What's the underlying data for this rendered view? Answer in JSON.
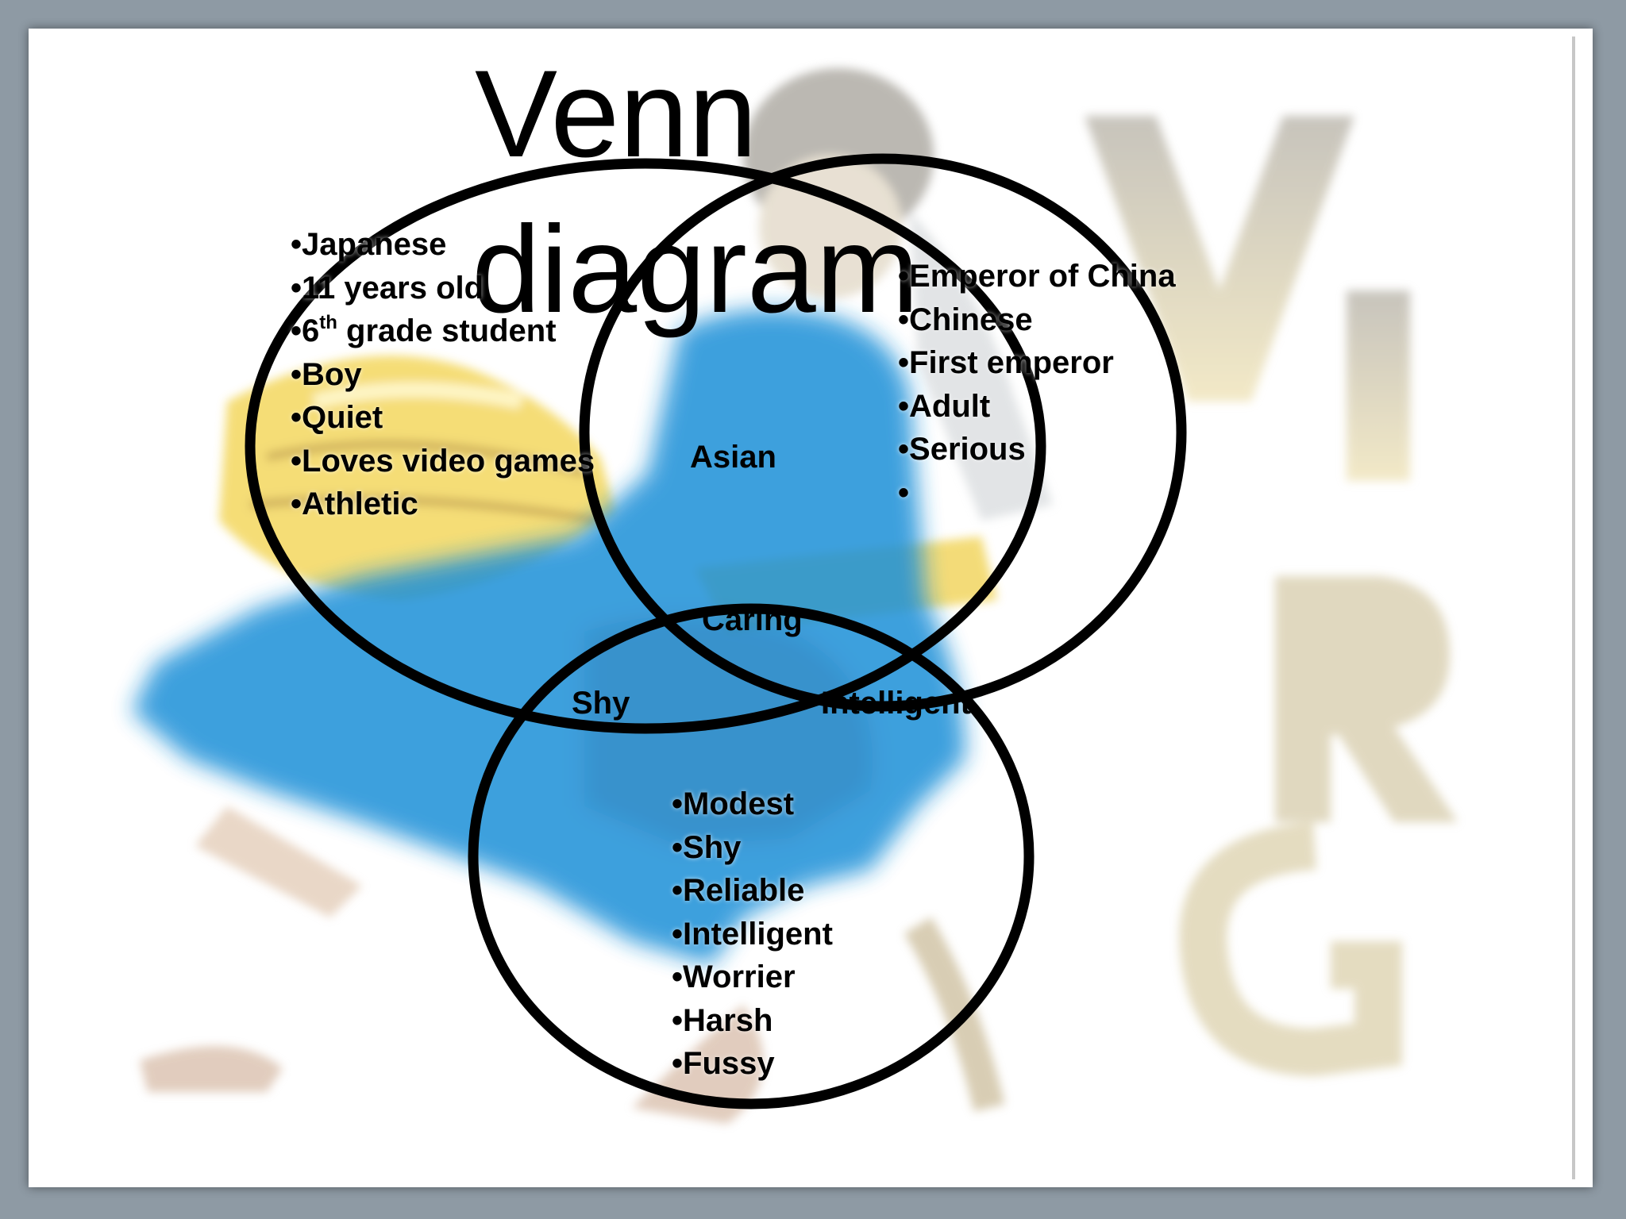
{
  "title": {
    "line1": "Venn",
    "line2": "diagram"
  },
  "circles": {
    "left": {
      "items": [
        "Japanese",
        "11 years old",
        "6th grade student",
        "Boy",
        "Quiet",
        "Loves video games",
        "Athletic"
      ],
      "item3": {
        "base": "6",
        "sup": "th",
        "rest": " grade student"
      }
    },
    "right": {
      "items": [
        "Emperor of China",
        "Chinese",
        "First emperor",
        "Adult",
        "Serious",
        ""
      ]
    },
    "bottom": {
      "items": [
        "Modest",
        "Shy",
        "Reliable",
        "Intelligent",
        "Worrier",
        "Harsh",
        "Fussy"
      ]
    }
  },
  "overlaps": {
    "left_right": "Asian",
    "center": "Caring",
    "left_bottom": "Shy",
    "right_bottom": "Intelligent"
  },
  "colors": {
    "frame": "#8e9aa4",
    "circle_stroke": "#000000",
    "robe_blue": "#1f90d8",
    "wheat_yellow": "#f2d24a"
  }
}
